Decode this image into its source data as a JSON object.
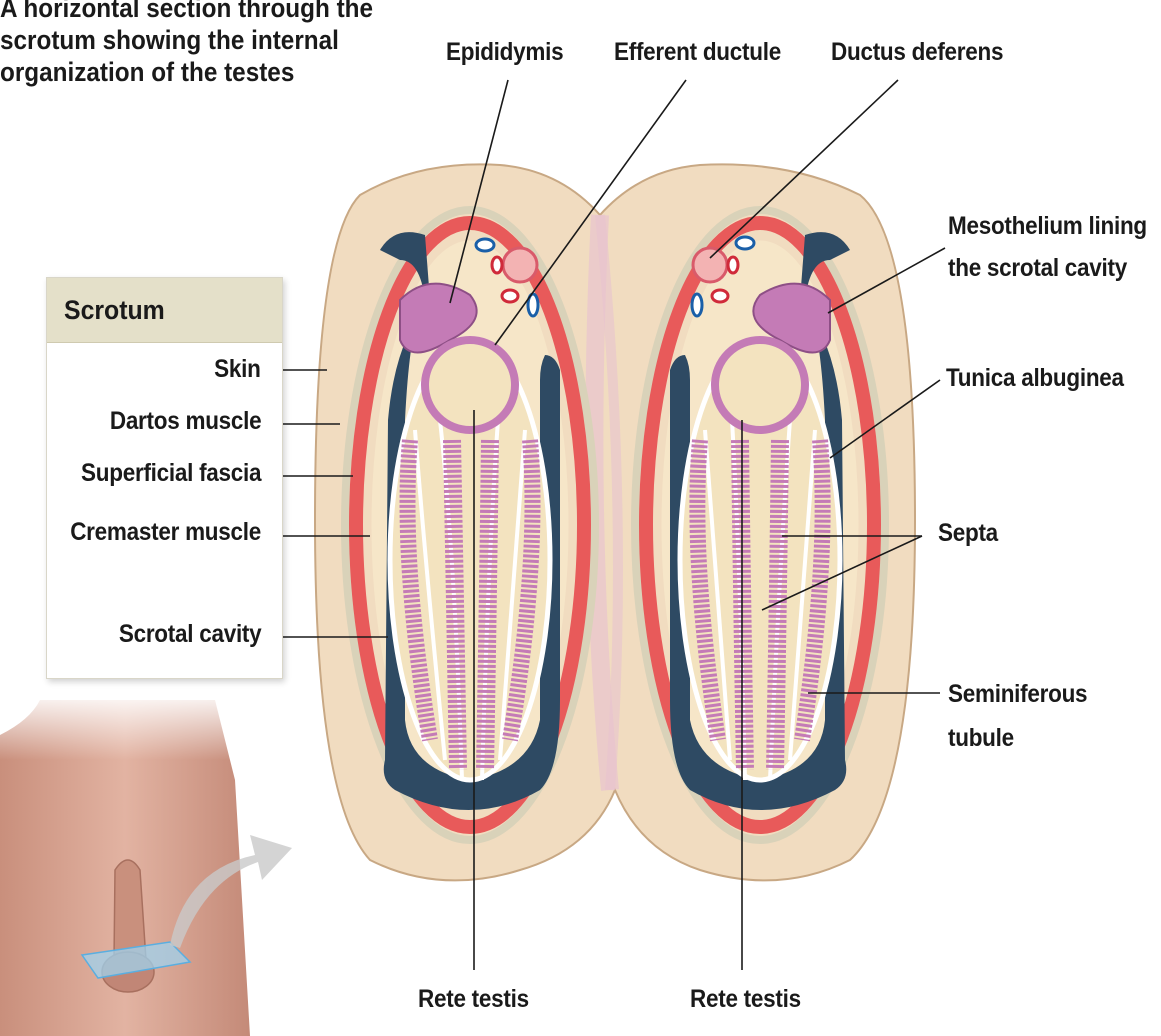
{
  "title_lines": [
    "A horizontal section through the",
    "scrotum showing the internal",
    "organization of the testes"
  ],
  "key_box": {
    "title": "Scrotum",
    "items": [
      "Skin",
      "Dartos muscle",
      "Superficial fascia",
      "Cremaster muscle",
      "Scrotal cavity"
    ]
  },
  "labels": {
    "epididymis": "Epididymis",
    "efferent_ductule": "Efferent ductule",
    "ductus_deferens": "Ductus deferens",
    "mesothelium_line1": "Mesothelium lining",
    "mesothelium_line2": "the scrotal cavity",
    "tunica_albuginea": "Tunica albuginea",
    "septa": "Septa",
    "seminiferous_line1": "Seminiferous",
    "seminiferous_line2": "tubule",
    "rete_testis_left": "Rete testis",
    "rete_testis_right": "Rete testis"
  },
  "colors": {
    "skin": "#f2dcc0",
    "muscle_red": "#e85a5a",
    "cavity_blue": "#2e4a63",
    "tubule_purple": "#c47bb6",
    "septum_tan": "#f3e3bf",
    "body_skin": "#d9a896"
  }
}
